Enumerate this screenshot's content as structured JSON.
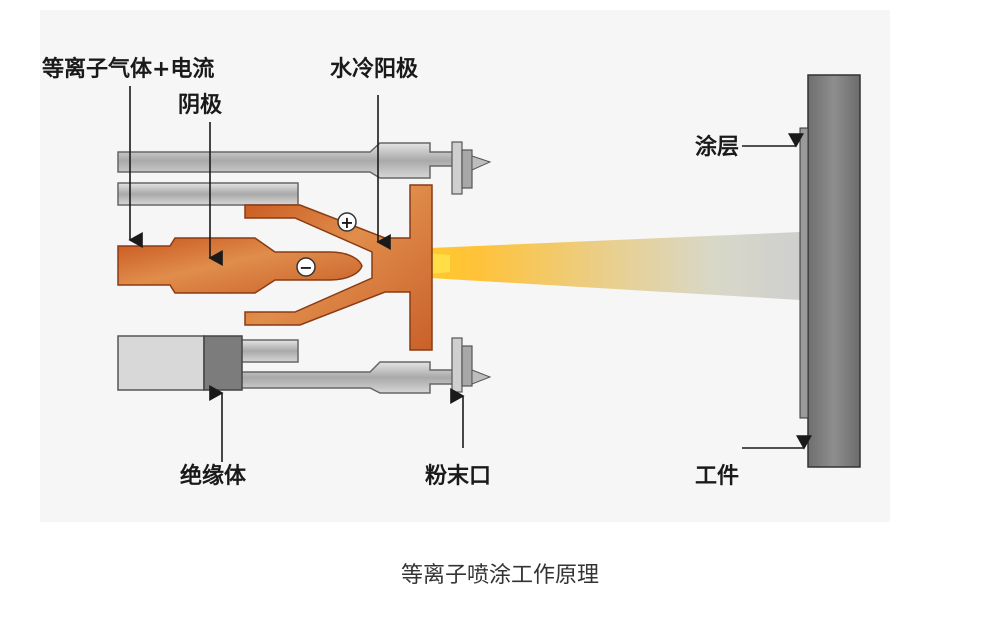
{
  "labels": {
    "gas_current": "等离子气体+电流",
    "cathode": "阴极",
    "water_anode": "水冷阳极",
    "coating": "涂层",
    "insulator": "绝缘体",
    "powder_port": "粉末口",
    "workpiece": "工件",
    "plus_sign": "+",
    "minus_sign": "−"
  },
  "caption": "等离子喷涂工作原理",
  "colors": {
    "copper": "#d46a2e",
    "metal_gray": "#b8b8b8",
    "insulator_dark": "#7c7c7c",
    "workpiece_gray": "#7f7f7f",
    "flame_core": "#ffd21f",
    "flame_tail": "#c8c8c8",
    "panel_bg": "#f6f6f6"
  }
}
